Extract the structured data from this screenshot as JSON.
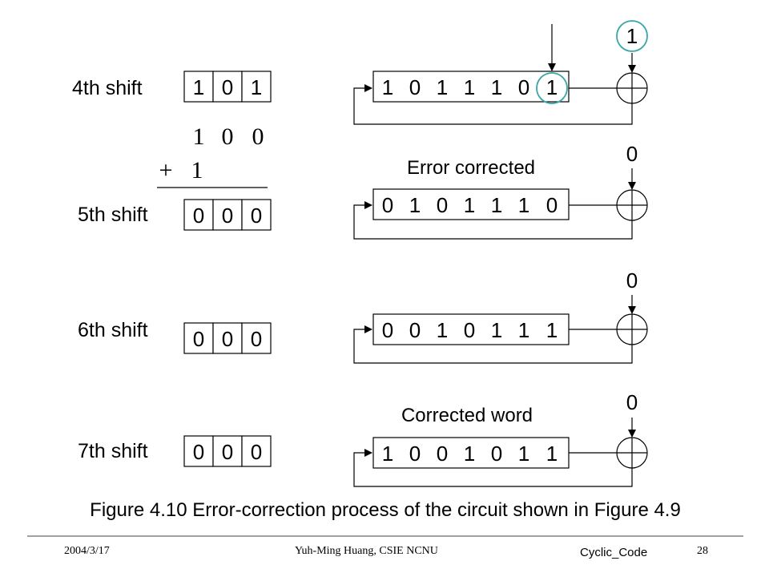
{
  "colors": {
    "highlight": "#3aa6a6"
  },
  "caption": "Figure 4.10 Error-correction process of the circuit shown in Figure 4.9",
  "footer": {
    "date": "2004/3/17",
    "author": "Yuh-Ming Huang, CSIE NCNU",
    "topic": "Cyclic_Code",
    "page": "28"
  },
  "addition": {
    "row1": [
      "1",
      "0",
      "0"
    ],
    "plus": "+",
    "row2": "1"
  },
  "rows": [
    {
      "shift_label": "4th shift",
      "syndrome": [
        "1",
        "0",
        "1"
      ],
      "register": [
        "1",
        "0",
        "1",
        "1",
        "1",
        "0",
        "1"
      ],
      "output": "1",
      "title": ""
    },
    {
      "shift_label": "5th shift",
      "syndrome": [
        "0",
        "0",
        "0"
      ],
      "register": [
        "0",
        "1",
        "0",
        "1",
        "1",
        "1",
        "0"
      ],
      "output": "0",
      "title": "Error corrected"
    },
    {
      "shift_label": "6th shift",
      "syndrome": [
        "0",
        "0",
        "0"
      ],
      "register": [
        "0",
        "0",
        "1",
        "0",
        "1",
        "1",
        "1"
      ],
      "output": "0",
      "title": ""
    },
    {
      "shift_label": "7th shift",
      "syndrome": [
        "0",
        "0",
        "0"
      ],
      "register": [
        "1",
        "0",
        "0",
        "1",
        "0",
        "1",
        "1"
      ],
      "output": "0",
      "title": "Corrected word"
    }
  ]
}
